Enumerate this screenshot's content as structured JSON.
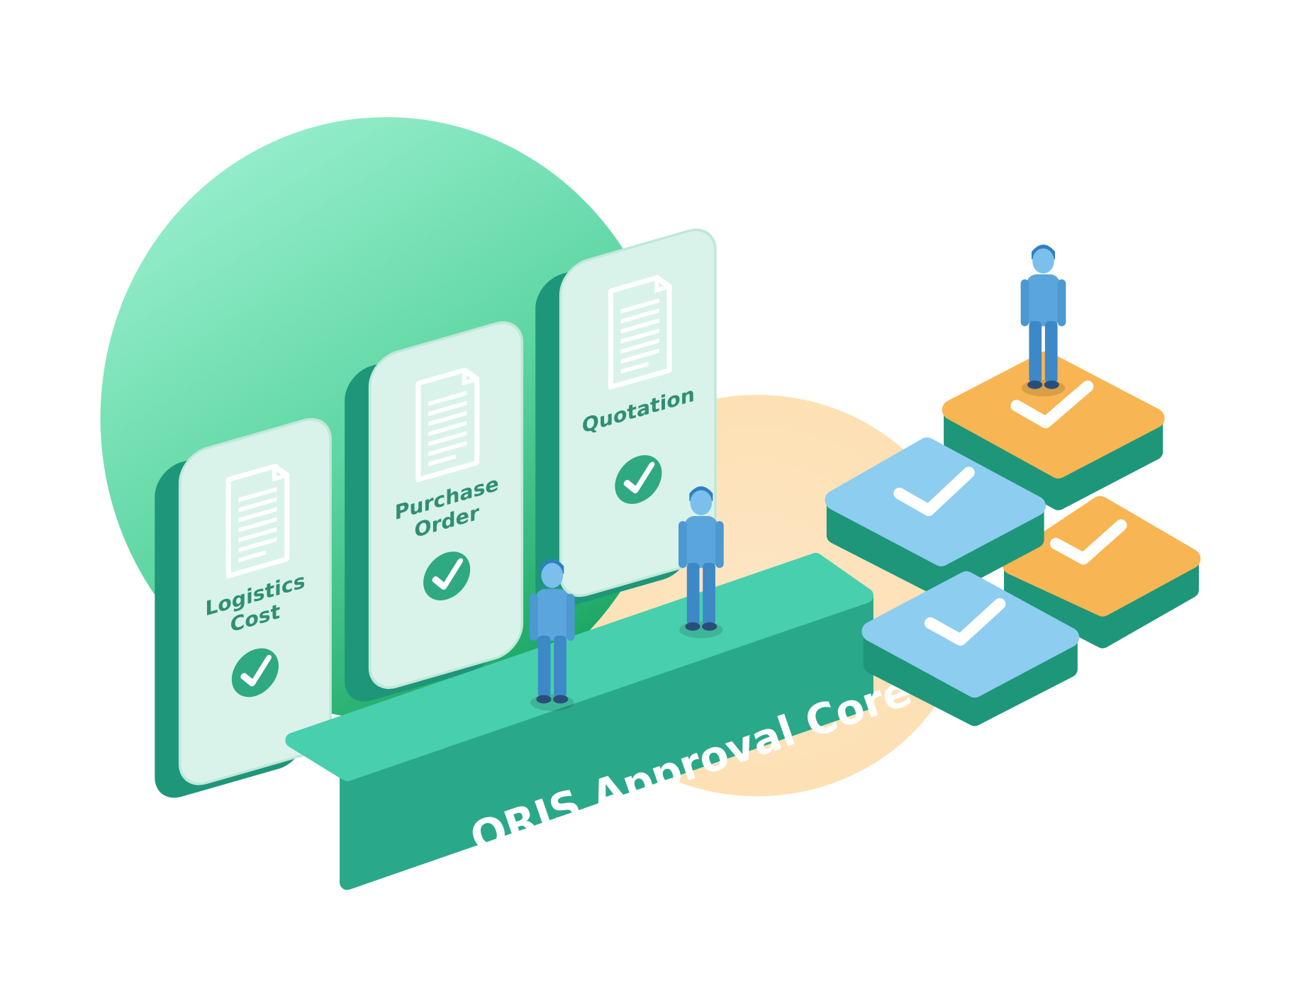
{
  "cards": [
    {
      "label_line1": "Logistics",
      "label_line2": "Cost",
      "icon": "document-icon",
      "status_icon": "check-circle-icon"
    },
    {
      "label_line1": "Purchase",
      "label_line2": "Order",
      "icon": "document-icon",
      "status_icon": "check-circle-icon"
    },
    {
      "label_line1": "Quotation",
      "label_line2": "",
      "icon": "document-icon",
      "status_icon": "check-circle-icon"
    }
  ],
  "platform": {
    "label": "ORIS Approval Core"
  },
  "tiles": [
    {
      "color": "orange",
      "icon": "checkmark-icon"
    },
    {
      "color": "blue",
      "icon": "checkmark-icon"
    },
    {
      "color": "orange",
      "icon": "checkmark-icon"
    },
    {
      "color": "blue",
      "icon": "checkmark-icon"
    }
  ],
  "colors": {
    "green_blob": "#5fd9a5",
    "peach_blob": "#fde3bd",
    "card_face": "#d9f3ea",
    "card_side": "#1e9679",
    "platform_top": "#48cfae",
    "platform_front": "#2aa88a",
    "tile_blue": "#8ccdf0",
    "tile_orange": "#f7b553",
    "person": "#5aa6dc"
  }
}
